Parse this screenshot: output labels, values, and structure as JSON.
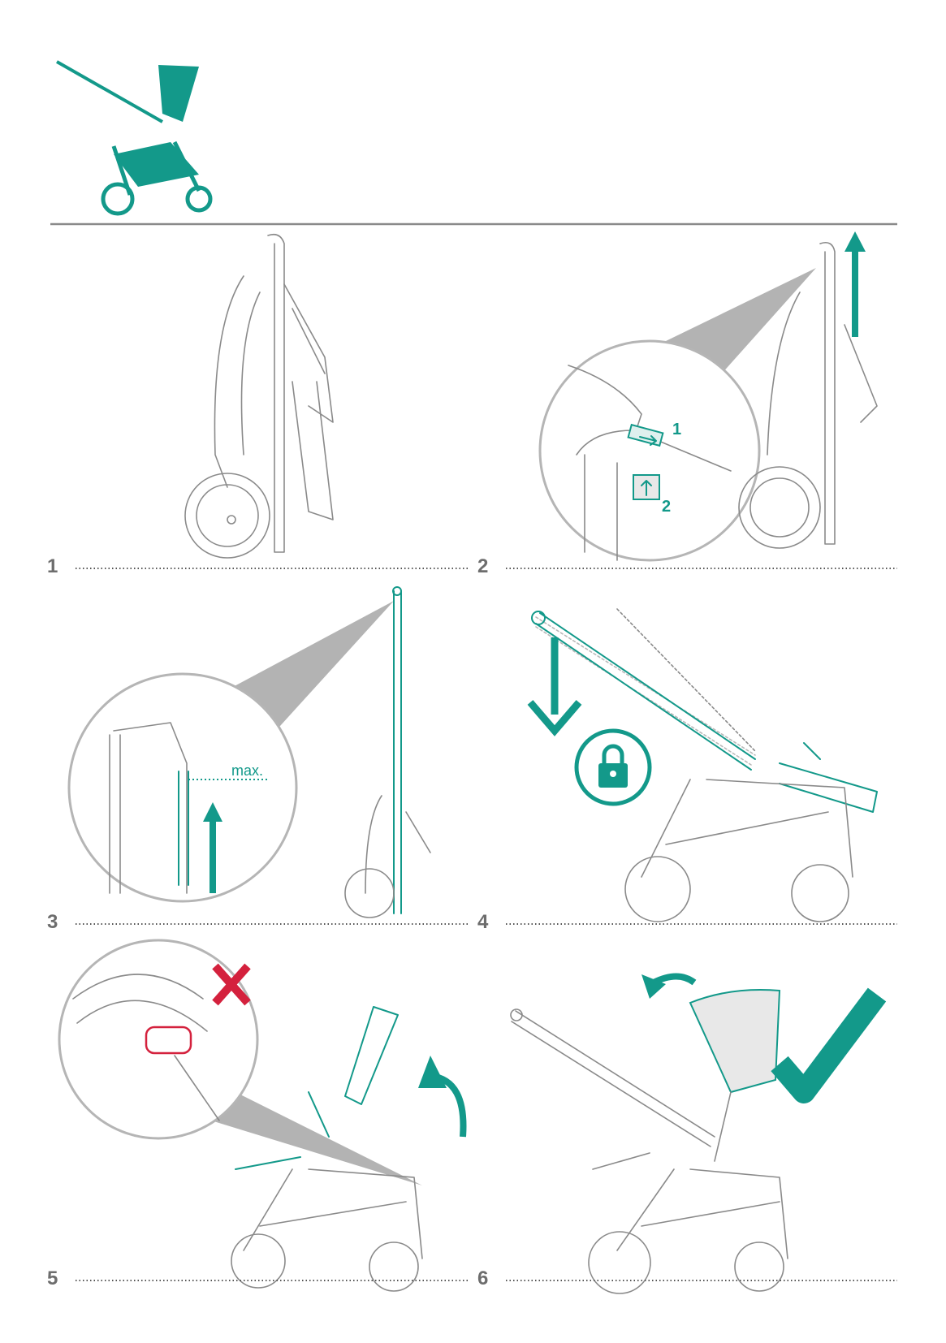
{
  "colors": {
    "accent": "#13998a",
    "warning": "#d4213d",
    "text": "#6d6d6d"
  },
  "steps": [
    {
      "number": "1"
    },
    {
      "number": "2",
      "callouts": [
        "1",
        "2"
      ]
    },
    {
      "number": "3",
      "annotation": "max."
    },
    {
      "number": "4",
      "icon": "lock-icon"
    },
    {
      "number": "5",
      "icon": "cross-icon"
    },
    {
      "number": "6",
      "icon": "checkmark-icon"
    }
  ]
}
